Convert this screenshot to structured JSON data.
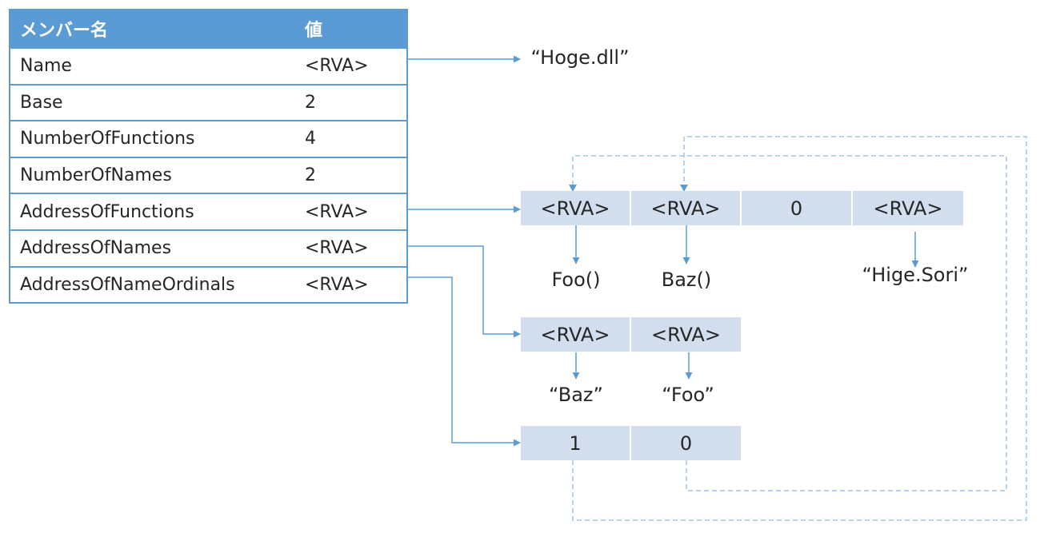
{
  "table": {
    "header": {
      "name": "メンバー名",
      "value": "値"
    },
    "rows": [
      {
        "name": "Name",
        "value": "<RVA>"
      },
      {
        "name": "Base",
        "value": "2"
      },
      {
        "name": "NumberOfFunctions",
        "value": "4"
      },
      {
        "name": "NumberOfNames",
        "value": "2"
      },
      {
        "name": "AddressOfFunctions",
        "value": "<RVA>"
      },
      {
        "name": "AddressOfNames",
        "value": "<RVA>"
      },
      {
        "name": "AddressOfNameOrdinals",
        "value": "<RVA>"
      }
    ]
  },
  "name_target": "“Hoge.dll”",
  "functions_array": [
    "<RVA>",
    "<RVA>",
    "0",
    "<RVA>"
  ],
  "function_targets": [
    "Foo()",
    "Baz()",
    "",
    "“Hige.Sori”"
  ],
  "names_array": [
    "<RVA>",
    "<RVA>"
  ],
  "name_targets": [
    "“Baz”",
    "“Foo”"
  ],
  "ordinals_array": [
    "1",
    "0"
  ],
  "colors": {
    "header_bg": "#5b9bd5",
    "border": "#5b9bd5",
    "cell_bg": "#d2deee",
    "arrow": "#5b9bd5",
    "dashed": "#9dc3e6",
    "text": "#262626"
  }
}
